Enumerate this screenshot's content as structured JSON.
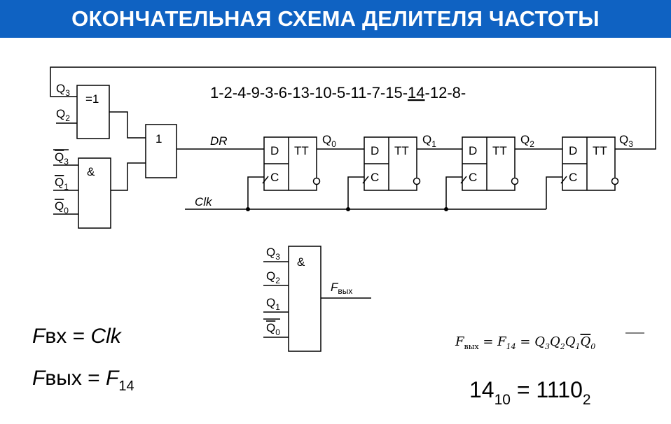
{
  "title": "ОКОНЧАТЕЛЬНАЯ СХЕМА ДЕЛИТЕЛЯ ЧАСТОТЫ",
  "sequence": {
    "prefix": "1-2-4-9-3-6-13-10-5-11-7-15-",
    "highlight": "14",
    "suffix": "-12-8-"
  },
  "colors": {
    "title_bar": "#0f62c2",
    "title_text": "#ffffff",
    "lines": "#000000"
  },
  "gates": {
    "xor_label": "=1",
    "and_label": "&",
    "or_label": "1",
    "and_out_label": "&"
  },
  "signals": {
    "q": "Q",
    "d": "D",
    "c": "C",
    "tt": "TT",
    "dr": "DR",
    "clk": "Clk",
    "sub0": "0",
    "sub1": "1",
    "sub2": "2",
    "sub3": "3",
    "f": "F",
    "vyh": "вых"
  },
  "formulas": {
    "fin_f": "F",
    "fin_rest": "вх = ",
    "fin_clk": "Clk",
    "fout_f": "F",
    "fout_rest": "вых = ",
    "fout_rhs": "F",
    "fout_sub": "14",
    "eq_f": "F",
    "eq_vyh": "вых",
    "eq_mid": " = F",
    "eq_14": "14",
    "eq_eq": " = Q",
    "eq_3": "3",
    "eq_q2": "Q",
    "eq_2": "2",
    "eq_q1": "Q",
    "eq_1": "1",
    "eq_q0": "Q",
    "eq_0": "0",
    "conv_num": "14",
    "conv_base1": "10",
    "conv_mid": " = 1110",
    "conv_base2": "2"
  }
}
